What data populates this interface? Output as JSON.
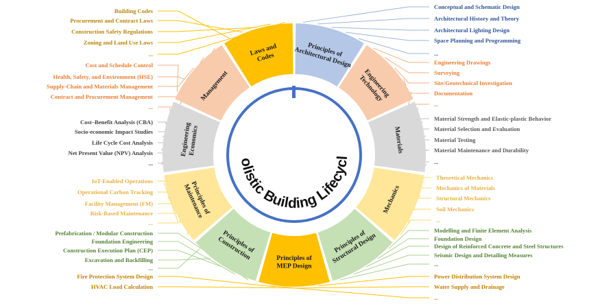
{
  "center_title": "Holistic Building Lifecycle",
  "colors": {
    "ring_arrow": "#4472C4",
    "design_text": "#2F5597",
    "technology_text": "#ED7D31",
    "materials_text": "#595959",
    "mechanics_text": "#E8B042",
    "structural_text": "#548235",
    "mep_text": "#C07F00",
    "construction_text": "#548235",
    "maintenance_text": "#E8B042",
    "economics_text": "#404040",
    "management_text": "#ED7D31",
    "laws_text": "#B8860B"
  },
  "segments": [
    {
      "id": "architectural-design",
      "label": "Principles of Architectural Design",
      "fill": "#B4C7E7",
      "text_color": "#2F5597",
      "line_color": "#9DB4DC",
      "items": [
        "Conceptual and Schematic Design",
        "Architectural History and Theory",
        "Architectural Lighting Design",
        "Space Planning and Programming",
        "..."
      ]
    },
    {
      "id": "engineering-technology",
      "label": "Engineering Technology",
      "fill": "#F8CBAD",
      "text_color": "#ED7D31",
      "line_color": "#F4B183",
      "items": [
        "Engineering Drawings",
        "Surveying",
        "Site/Geotechnical Investigation",
        "Documentation",
        "..."
      ]
    },
    {
      "id": "materials",
      "label": "Materials",
      "fill": "#D9D9D9",
      "text_color": "#595959",
      "line_color": "#BFBFBF",
      "items": [
        "Material Strength and Elastic-plastic Behavior",
        "Material Selection and Evaluation",
        "Material Testing",
        "Material Maintenance and Durability",
        "..."
      ]
    },
    {
      "id": "mechanics",
      "label": "Mechanics",
      "fill": "#FFE699",
      "text_color": "#E8B042",
      "line_color": "#FFD966",
      "items": [
        "Theoretical Mechanics",
        "Mechanics of Materials",
        "Structural Mechanics",
        "Soil Mechanics",
        "..."
      ]
    },
    {
      "id": "structural-design",
      "label": "Principles of Structural Design",
      "fill": "#C5E0B4",
      "text_color": "#548235",
      "line_color": "#A9D18E",
      "items": [
        "Modelling and Finite Element Analysis",
        "Foundation Design",
        "Design of Reinforced Concrete and Steel Structures",
        "Seismic Design and Detailing Measures",
        "..."
      ]
    },
    {
      "id": "mep-design",
      "label": "Principles of MEP Design",
      "fill": "#FFC000",
      "text_color": "#C07F00",
      "line_color": "#FFC000",
      "items": [
        "Power Distribution  System Design",
        "Water Supply and Drainage",
        "..."
      ]
    },
    {
      "id": "construction",
      "label": "Principles of Construction",
      "fill": "#C5E0B4",
      "text_color": "#548235",
      "line_color": "#A9D18E",
      "items": [
        "Prefabrication / Modular Construction",
        "Foundation Engineering",
        "Construction Execution Plan (CEP)",
        "Excavation and Backfilling",
        "..."
      ]
    },
    {
      "id": "maintenance",
      "label": "Principles of Maintenance",
      "fill": "#FFE699",
      "text_color": "#E8B042",
      "line_color": "#FFD966",
      "items": [
        "IoT-Enabled Operations",
        "Operational Carbon Tracking",
        "Facility Management (FM)",
        "Risk-Based Maintenance",
        "..."
      ]
    },
    {
      "id": "engineering-economics",
      "label": "Engineering Economics",
      "fill": "#D9D9D9",
      "text_color": "#404040",
      "line_color": "#BFBFBF",
      "items": [
        "Cost–Benefit Analysis (CBA)",
        "Socio-economic Impact Studies",
        "Life Cycle Cost Analysis",
        "Net Present Value (NPV) Analysis",
        "..."
      ]
    },
    {
      "id": "management",
      "label": "Management",
      "fill": "#F8CBAD",
      "text_color": "#ED7D31",
      "line_color": "#F4B183",
      "items": [
        "Cost and Schedule Control",
        "Health, Safety, and Environment (HSE)",
        "Supply-Chain and Materials Management",
        "Contract and Procurement Management",
        "..."
      ]
    },
    {
      "id": "laws-codes",
      "label": "Laws and Codes",
      "fill": "#FFC000",
      "text_color": "#B8860B",
      "line_color": "#FFC000",
      "items": [
        "Building Codes",
        "Procurement and Contract Laws",
        "Construction Safety Regulations",
        "Zoning and Land Use Laws",
        "..."
      ]
    }
  ],
  "extra_left_mep": [
    "Fire Protection System Design",
    "HVAC Load Calculation"
  ]
}
